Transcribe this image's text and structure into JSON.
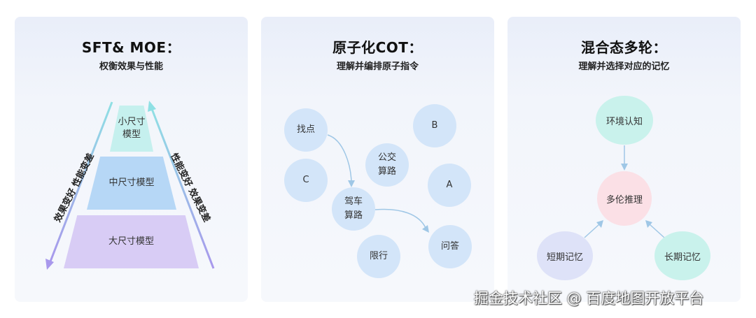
{
  "panels": [
    {
      "title": "SFT& MOE：",
      "subtitle": "权衡效果与性能",
      "layers": [
        "小尺寸\n模型",
        "中尺寸模型",
        "大尺寸模型"
      ],
      "left_label": "效果变好  性能变差",
      "right_label": "性能变好  效果变差"
    },
    {
      "title": "原子化COT：",
      "subtitle": "理解并编排原子指令",
      "nodes": [
        "找点",
        "B",
        "公交\n算路",
        "C",
        "A",
        "驾车\n算路",
        "问答",
        "限行"
      ]
    },
    {
      "title": "混合态多轮：",
      "subtitle": "理解并选择对应的记忆",
      "nodes": [
        "环境认知",
        "多伦推理",
        "短期记忆",
        "长期记忆"
      ]
    }
  ],
  "watermark": "掘金技术社区 @ 百度地图开放平台",
  "colors": {
    "panel_bg": "#f2f5fb",
    "small_model": "#c5f0ee",
    "medium_model": "#b6d7f6",
    "large_model": "#d8ccf5",
    "node_blue": "#d3e5f9",
    "node_teal": "#c9f2ec",
    "node_pink": "#fbe0e6",
    "node_lavender": "#dee2f8",
    "arrow": "#9fc7e6"
  }
}
